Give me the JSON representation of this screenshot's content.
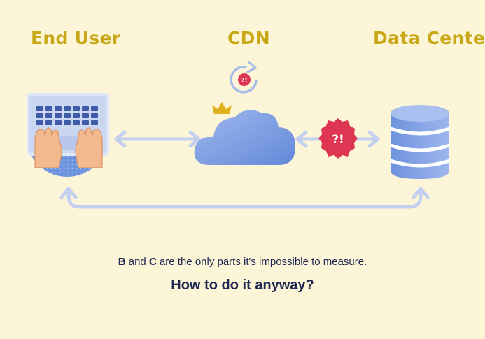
{
  "nodes": {
    "end_user": "End User",
    "cdn": "CDN",
    "data_center": "Data Center"
  },
  "badges": {
    "cdn_refresh_mark": "?!",
    "link_mark": "?!"
  },
  "caption": {
    "segment_b": "B",
    "connector": " and ",
    "segment_c": "C",
    "rest": " are the only parts it's impossible to measure."
  },
  "question": "How to do it anyway?",
  "colors": {
    "background": "#fdf5d8",
    "label": "#c9a818",
    "arrow": "#c4d0ef",
    "blue": "#5b82d8",
    "badge_red": "#dd3552",
    "text": "#1d2752"
  }
}
